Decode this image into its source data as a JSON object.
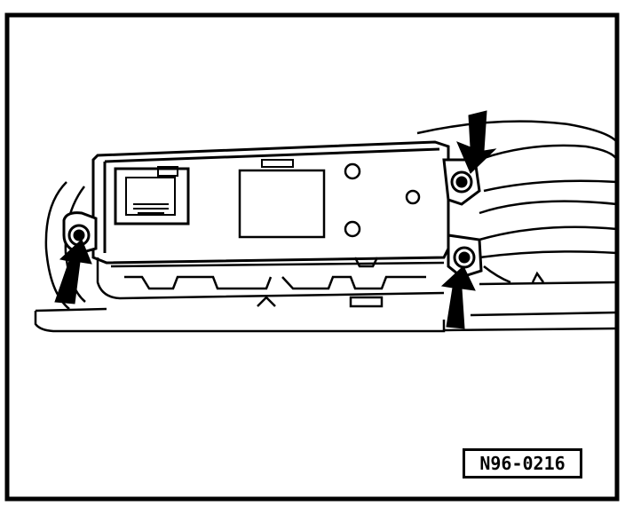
{
  "figure": {
    "reference_code": "N96-0216",
    "callouts": [
      "arrow-top-right-screw",
      "arrow-bottom-right-screw",
      "arrow-left-screw"
    ],
    "colors": {
      "ink": "#000000",
      "paper": "#ffffff"
    }
  }
}
